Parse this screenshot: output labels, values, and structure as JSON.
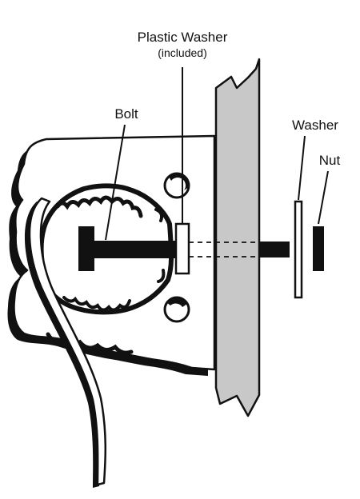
{
  "colors": {
    "ink": "#111111",
    "panel": "#c8c8c8",
    "background": "#ffffff"
  },
  "labels": {
    "plastic_washer": "Plastic Washer",
    "plastic_washer_note": "(included)",
    "bolt": "Bolt",
    "washer": "Washer",
    "nut": "Nut"
  }
}
